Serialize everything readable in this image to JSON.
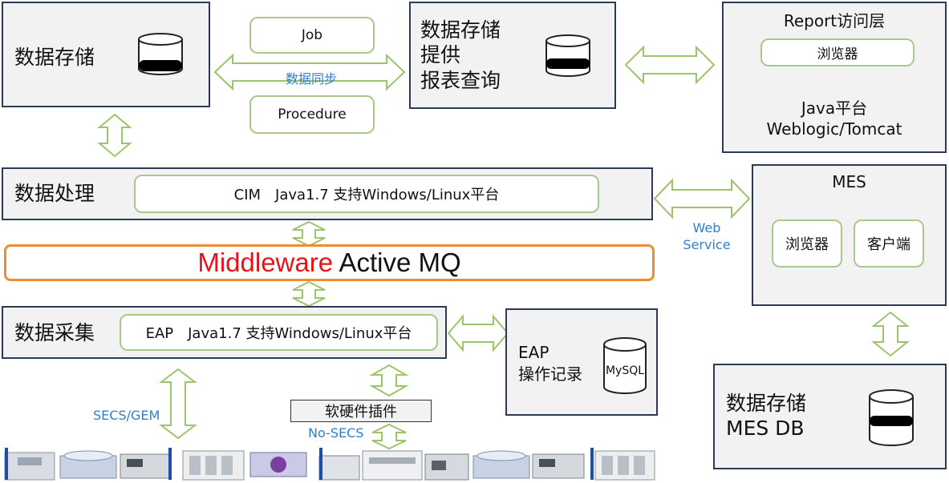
{
  "left_storage": {
    "title": "数据存储"
  },
  "sync": {
    "job_label": "Job",
    "procedure_label": "Procedure",
    "sync_label": "数据同步"
  },
  "report_storage": {
    "lines": [
      "数据存储",
      "提供",
      "报表查询"
    ]
  },
  "report_layer": {
    "title": "Report访问层",
    "browser_label": "浏览器",
    "platform_line1": "Java平台",
    "platform_line2": "Weblogic/Tomcat"
  },
  "processing": {
    "title": "数据处理",
    "cim_label": "CIM　Java1.7 支持Windows/Linux平台"
  },
  "mes": {
    "title": "MES",
    "browser_label": "浏览器",
    "client_label": "客户端",
    "link_label_1": "Web",
    "link_label_2": "Service"
  },
  "middleware": {
    "prefix": "Middleware",
    "suffix": " Active MQ",
    "prefix_color": "#e8141b"
  },
  "collection": {
    "title": "数据采集",
    "eap_label": "EAP　Java1.7 支持Windows/Linux平台"
  },
  "eap_log": {
    "line1": "EAP",
    "line2": "操作记录",
    "db_label": "MySQL"
  },
  "mes_db": {
    "line1": "数据存储",
    "line2": "MES DB"
  },
  "equipment": {
    "secs_label": "SECS/GEM",
    "plugin_label": "软硬件插件",
    "nosecs_label": "No-SECS"
  },
  "colors": {
    "panel_border": "#2b3a55",
    "panel_fill": "#f2f2f2",
    "arrow_stroke": "#9dc36b",
    "middleware_border": "#f28a30",
    "link_text": "#2e7fd1"
  },
  "icons": [
    "database-icon",
    "double-arrow-icon",
    "equipment-photo"
  ]
}
